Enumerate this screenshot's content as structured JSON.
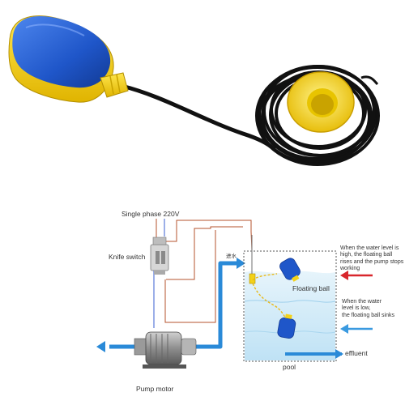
{
  "labels": {
    "power": "Single phase 220V",
    "knife_switch": "Knife switch",
    "pump_motor": "Pump motor",
    "floating_ball": "Floating ball",
    "pool": "pool",
    "effluent": "effluent",
    "inlet": "进水"
  },
  "notes": {
    "high": [
      "When the water level is",
      "high, the floating ball",
      "rises and the pump stops",
      "working"
    ],
    "low": [
      "When the water",
      "level is low,",
      "the floating ball sinks"
    ]
  },
  "colors": {
    "float_blue": "#1f56c9",
    "float_yellow": "#f3d21a",
    "cable": "#111111",
    "pipe_blue": "#2a8ad8",
    "wire_brown": "#b5532e",
    "wire_blue": "#3a5fd0",
    "water": "#d4ecf8",
    "arrow_red": "#d8262c",
    "arrow_blue": "#3a9ae0"
  }
}
